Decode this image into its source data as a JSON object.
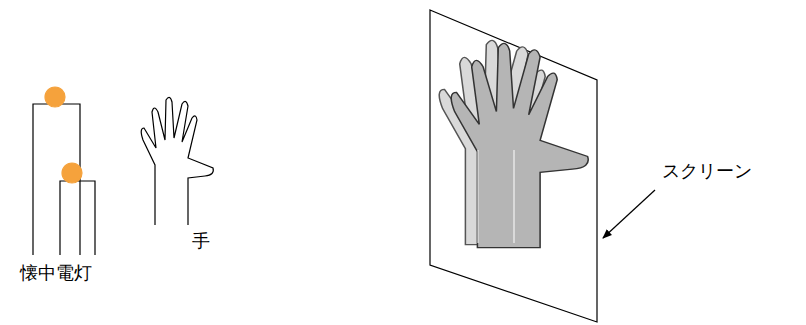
{
  "diagram": {
    "labels": [
      "懐中電灯",
      "手",
      "スクリーン"
    ]
  }
}
